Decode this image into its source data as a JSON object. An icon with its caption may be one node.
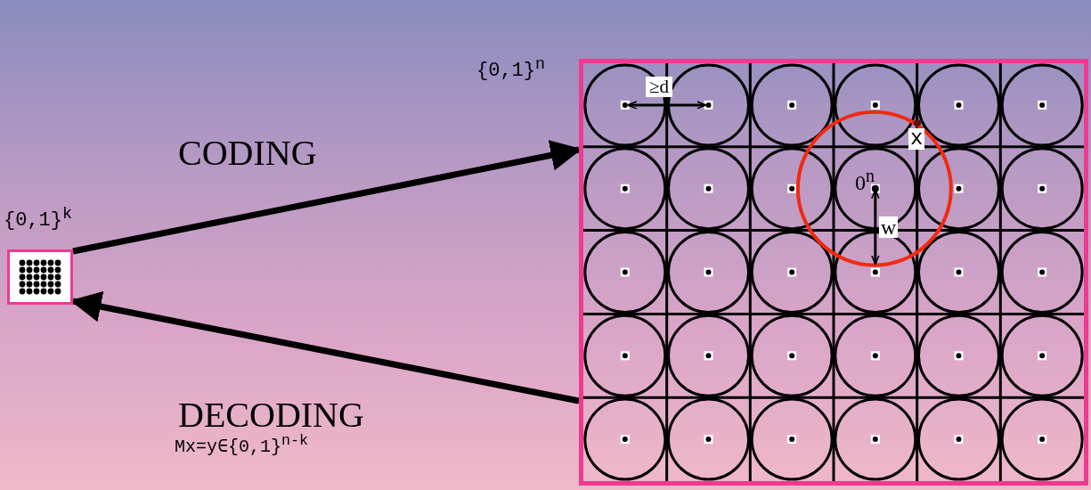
{
  "diagram": {
    "nodes": [
      {
        "text": [],
        "shape": "box",
        "beside": [
          "{0,1}$^{k}$"
        ]
      },
      {
        "text": [],
        "shape": "box",
        "beside": [
          "{0,1}$^{n}$"
        ]
      }
    ],
    "edges": [
      {
        "from": 0,
        "to": 1,
        "arrow": "to",
        "label": "CODING"
      },
      {
        "from": 1,
        "to": 0,
        "arrow": "to",
        "label": "DECODING"
      }
    ],
    "labels": [
      "Mx=y∈{0,1}$^{n-k}$",
      "≥d",
      "x",
      "0$^{n}$",
      "w"
    ]
  }
}
